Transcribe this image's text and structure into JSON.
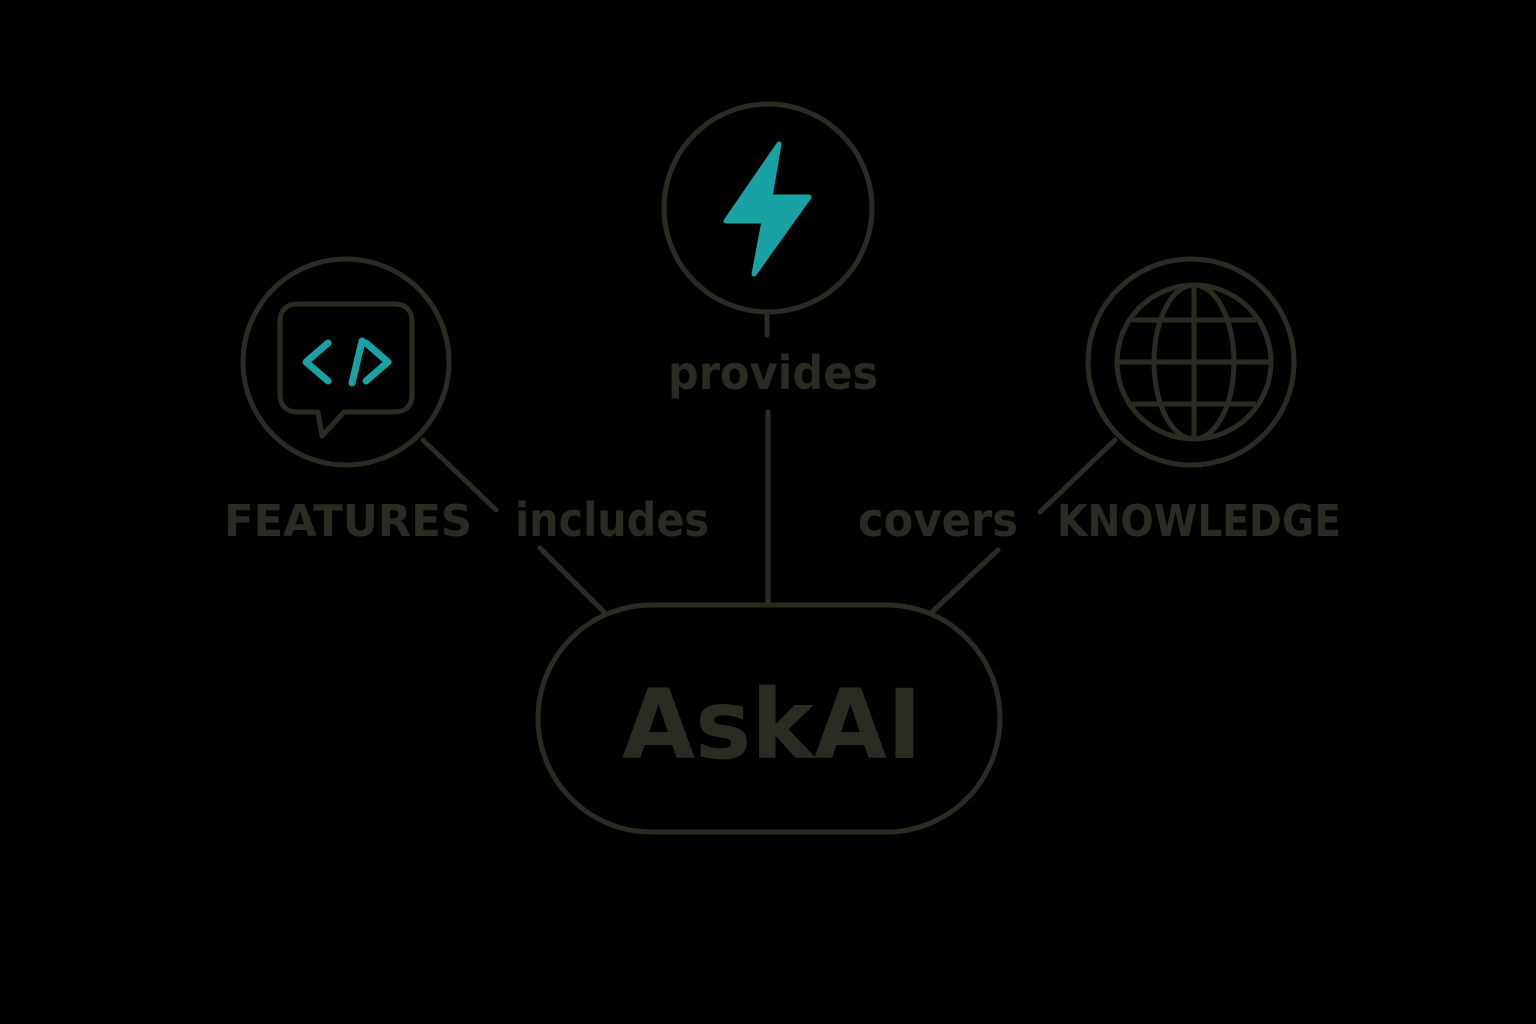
{
  "colors": {
    "background": "#000000",
    "stroke": "#2b2b24",
    "text": "#2b2b24",
    "accent": "#1aa1a3"
  },
  "central": {
    "label": "AskAI"
  },
  "nodes": {
    "features": {
      "icon": "code-chat-icon",
      "label": "FEATURES",
      "edge_label": "includes"
    },
    "speed": {
      "icon": "lightning-bolt-icon",
      "edge_label": "provides"
    },
    "knowledge": {
      "icon": "globe-icon",
      "label": "KNOWLEDGE",
      "edge_label": "covers"
    }
  }
}
